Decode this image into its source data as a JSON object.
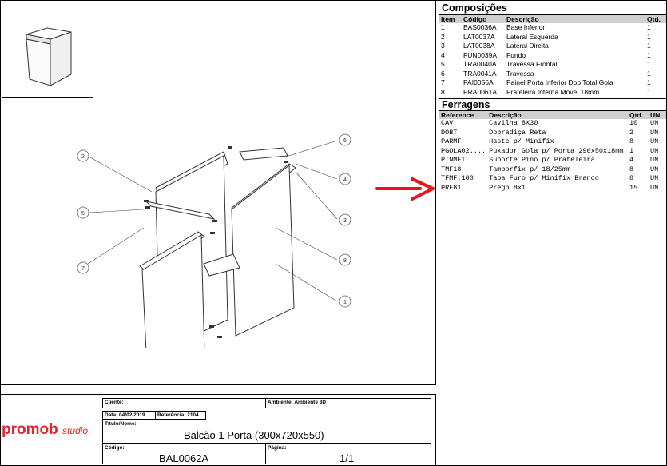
{
  "composicoes": {
    "title": "Composições",
    "headers": [
      "Item",
      "Código",
      "Descrição",
      "Qtd."
    ],
    "rows": [
      [
        "1",
        "BAS0036A",
        "Base Inferior",
        "1"
      ],
      [
        "2",
        "LAT0037A",
        "Lateral Esquerda",
        "1"
      ],
      [
        "3",
        "LAT0038A",
        "Lateral Direita",
        "1"
      ],
      [
        "4",
        "FUN0039A",
        "Fundo",
        "1"
      ],
      [
        "5",
        "TRA0040A",
        "Travessa Frontal",
        "1"
      ],
      [
        "6",
        "TRA0041A",
        "Travessa",
        "1"
      ],
      [
        "7",
        "PAI0056A",
        "Painel Porta Inferior Dob Total Gola",
        "1"
      ],
      [
        "8",
        "PRA0061A",
        "Prateleira Interna Móvel 18mm",
        "1"
      ]
    ]
  },
  "ferragens": {
    "title": "Ferragens",
    "headers": [
      "Reference",
      "Descrição",
      "Qtd.",
      "UN"
    ],
    "rows": [
      [
        "CAV",
        "Cavilha 8X30",
        "10",
        "UN"
      ],
      [
        "DOBT",
        "Dobradiça Reta",
        "2",
        "UN"
      ],
      [
        "PARMF",
        "Haste p/ Minifix",
        "8",
        "UN"
      ],
      [
        "PGOLA02....",
        "Puxador Gola p/ Porta 296x50x18mm",
        "1",
        "UN"
      ],
      [
        "PINMET",
        "Suporte Pino p/ Prateleira",
        "4",
        "UN"
      ],
      [
        "TMF18",
        "Tamborfix p/ 18/25mm",
        "8",
        "UN"
      ],
      [
        "TFMF.100",
        "Tapa Furo p/ Minifix Branco",
        "8",
        "UN"
      ],
      [
        "PRE81",
        "Prego 8x1",
        "15",
        "UN"
      ]
    ]
  },
  "title_block": {
    "cliente_label": "Cliente:",
    "ambiente_label": "Ambiente: Ambiente 3D",
    "data_label": "Data: 04/02/2019",
    "referencia_label": "Referência: 2104",
    "titulo_label": "Título/Nome:",
    "titulo_value": "Balcão 1 Porta (300x720x550)",
    "codigo_label": "Código:",
    "codigo_value": "BAL0062A",
    "pagina_label": "Página:",
    "pagina_value": "1/1"
  },
  "logo": {
    "brand": "promob",
    "sub": "studio"
  },
  "callouts": [
    "1",
    "2",
    "3",
    "4",
    "5",
    "6",
    "7",
    "8"
  ],
  "colors": {
    "logo": "#e3262e",
    "arrow": "#e8141b",
    "header_bg": "#cfcfcf"
  }
}
